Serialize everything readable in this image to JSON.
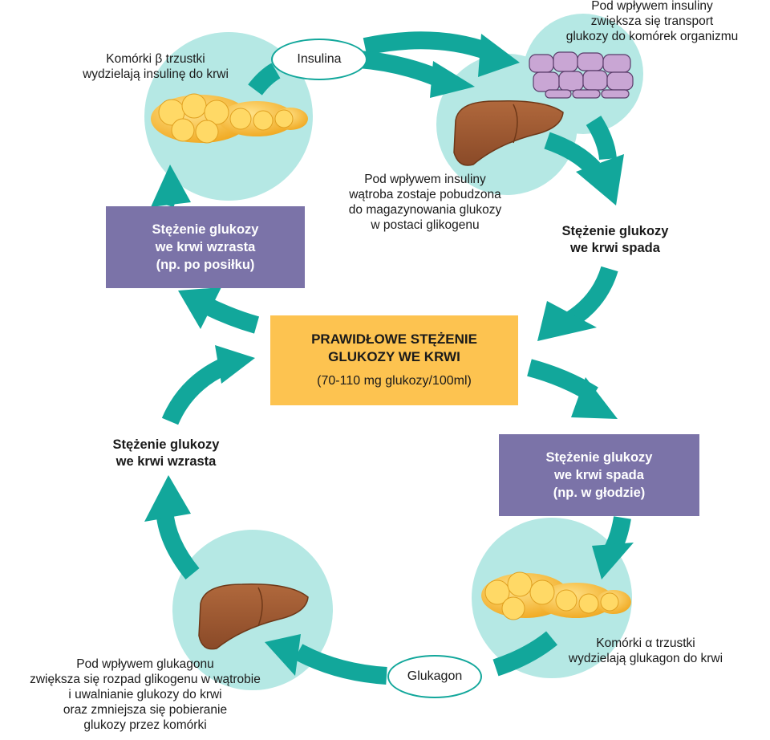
{
  "labels": {
    "beta_cells": "Komórki β trzustki\nwydzielają insulinę do krwi",
    "insulin": "Insulina",
    "transport": "Pod wpływem insuliny\nzwiększa się transport\nglukozy do komórek organizmu",
    "liver_storage": "Pod wpływem insuliny\nwątroba zostaje pobudzona\ndo magazynowania glukozy\nw postaci glikogenu",
    "glucose_falls_top": "Stężenie glukozy\nwe krwi spada",
    "glucose_rises_box": "Stężenie glukozy\nwe krwi wzrasta\n(np. po posiłku)",
    "normal_title": "PRAWIDŁOWE STĘŻENIE\nGLUKOZY WE KRWI",
    "normal_range": "(70-110 mg glukozy/100ml)",
    "glucose_rises_left": "Stężenie glukozy\nwe krwi wzrasta",
    "glucose_falls_box": "Stężenie glukozy\nwe krwi spada\n(np. w głodzie)",
    "alpha_cells": "Komórki α trzustki\nwydzielają glukagon do krwi",
    "glucagon": "Glukagon",
    "glycogenolysis": "Pod wpływem glukagonu\nzwiększa się rozpad glikogenu w wątrobie\ni uwalnianie glukozy do krwi\noraz zmniejsza się pobieranie\nglukozy przez komórki"
  },
  "colors": {
    "arrow": "#12a79b",
    "circle": "#b5e8e4",
    "purple_box": "#7b73a8",
    "center_box": "#fdc350",
    "liver": "#9a5530",
    "pancreas": "#f6c140",
    "cells": "#c9a6d4"
  },
  "icons": [
    "pancreas-icon",
    "liver-icon",
    "body-cells-icon",
    "pancreas-icon",
    "liver-icon"
  ]
}
